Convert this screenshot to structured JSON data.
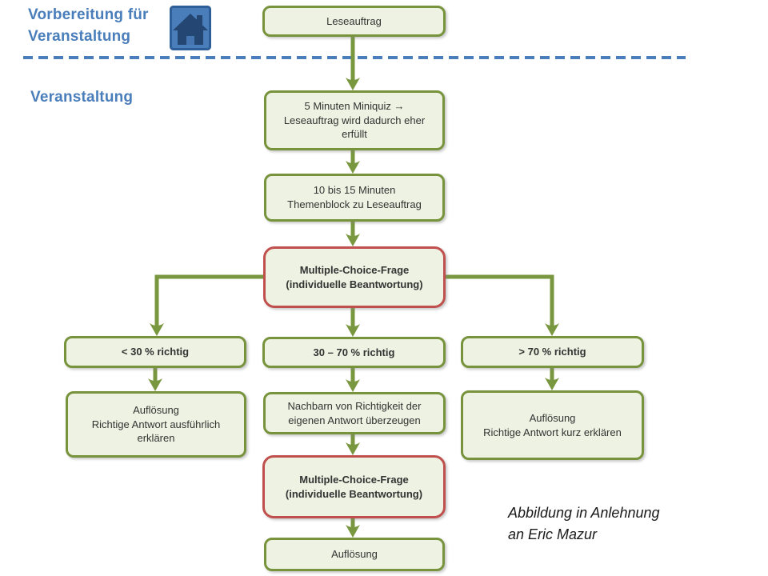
{
  "page": {
    "prep_section_label": "Vorbereitung für\nVeranstaltung",
    "event_section_label": "Veranstaltung",
    "caption": "Abbildung in Anlehnung\nan Eric Mazur"
  },
  "colors": {
    "accent_blue": "#4a7ebb",
    "box_fill": "#eef2e2",
    "green_border": "#77933c",
    "arrow_green": "#78973e",
    "red_border": "#c0504d"
  },
  "icons": {
    "home": "home-icon"
  },
  "nodes": [
    {
      "id": "leseauftrag",
      "text": "Leseauftrag",
      "border": "green",
      "bold": false
    },
    {
      "id": "miniquiz",
      "text": "5 Minuten Miniquiz →\nLeseauftrag wird dadurch eher\nerfüllt",
      "border": "green",
      "bold": false
    },
    {
      "id": "themenblock",
      "text": "10 bis 15 Minuten\nThemenblock zu Leseauftrag",
      "border": "green",
      "bold": false
    },
    {
      "id": "mc1",
      "text": "Multiple-Choice-Frage\n(individuelle Beantwortung)",
      "border": "red",
      "bold": true
    },
    {
      "id": "lt30",
      "text": "< 30 % richtig",
      "border": "green",
      "bold": true
    },
    {
      "id": "mid3070",
      "text": "30 – 70 % richtig",
      "border": "green",
      "bold": true
    },
    {
      "id": "gt70",
      "text": "> 70 % richtig",
      "border": "green",
      "bold": true
    },
    {
      "id": "left-low",
      "text": "Auflösung\nRichtige Antwort ausführlich\nerklären",
      "border": "green",
      "bold": false
    },
    {
      "id": "nachbarn",
      "text": "Nachbarn von Richtigkeit der\neigenen Antwort überzeugen",
      "border": "green",
      "bold": false
    },
    {
      "id": "right-low",
      "text": "Auflösung\nRichtige Antwort kurz erklären",
      "border": "green",
      "bold": false
    },
    {
      "id": "mc2",
      "text": "Multiple-Choice-Frage\n(individuelle Beantwortung)",
      "border": "red",
      "bold": true
    },
    {
      "id": "aufloesung",
      "text": "Auflösung",
      "border": "green",
      "bold": false
    }
  ]
}
